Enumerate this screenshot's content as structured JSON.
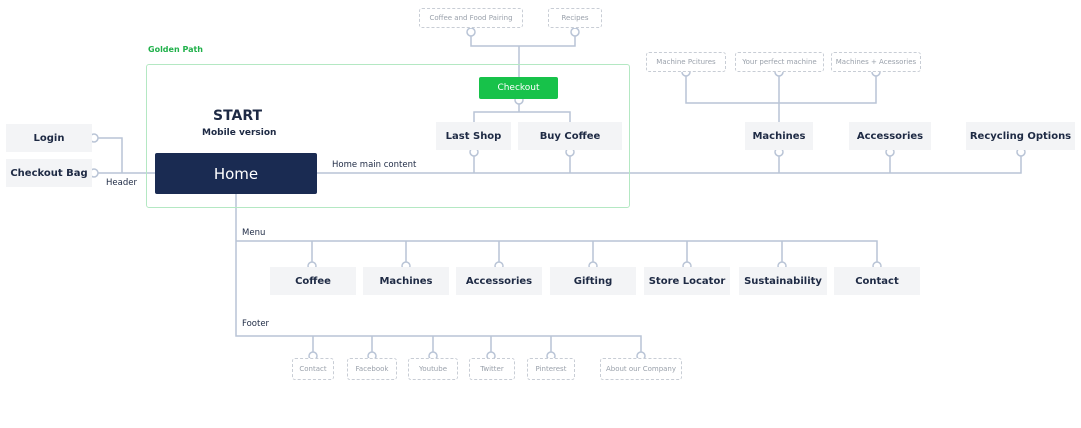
{
  "golden_path": {
    "label": "Golden Path"
  },
  "start": {
    "title": "START",
    "subtitle": "Mobile version"
  },
  "home": {
    "label": "Home"
  },
  "header": {
    "label": "Header",
    "items": [
      {
        "label": "Login"
      },
      {
        "label": "Checkout Bag"
      }
    ]
  },
  "checkout": {
    "label": "Checkout",
    "parents": [
      {
        "label": "Coffee and Food Pairing"
      },
      {
        "label": "Recipes"
      }
    ],
    "children": [
      {
        "label": "Last Shop"
      },
      {
        "label": "Buy Coffee"
      }
    ]
  },
  "home_main": {
    "label": "Home main content",
    "items": [
      {
        "label": "Machines"
      },
      {
        "label": "Accessories"
      },
      {
        "label": "Recycling Options"
      }
    ],
    "machines_subpages": [
      {
        "label": "Machine Pcitures"
      },
      {
        "label": "Your perfect machine"
      },
      {
        "label": "Machines + Acessories"
      }
    ]
  },
  "menu": {
    "label": "Menu",
    "items": [
      {
        "label": "Coffee"
      },
      {
        "label": "Machines"
      },
      {
        "label": "Accessories"
      },
      {
        "label": "Gifting"
      },
      {
        "label": "Store Locator"
      },
      {
        "label": "Sustainability"
      },
      {
        "label": "Contact"
      }
    ]
  },
  "footer": {
    "label": "Footer",
    "items": [
      {
        "label": "Contact"
      },
      {
        "label": "Facebook"
      },
      {
        "label": "Youtube"
      },
      {
        "label": "Twitter"
      },
      {
        "label": "Pinterest"
      },
      {
        "label": "About our Company"
      }
    ]
  },
  "colors": {
    "line": "#b9c4d6",
    "home_bg": "#1a2b52",
    "checkout_green": "#17c24a",
    "golden_frame": "#b4e8c3",
    "node_gray": "#f3f4f6",
    "text_dark": "#1e2a44"
  }
}
